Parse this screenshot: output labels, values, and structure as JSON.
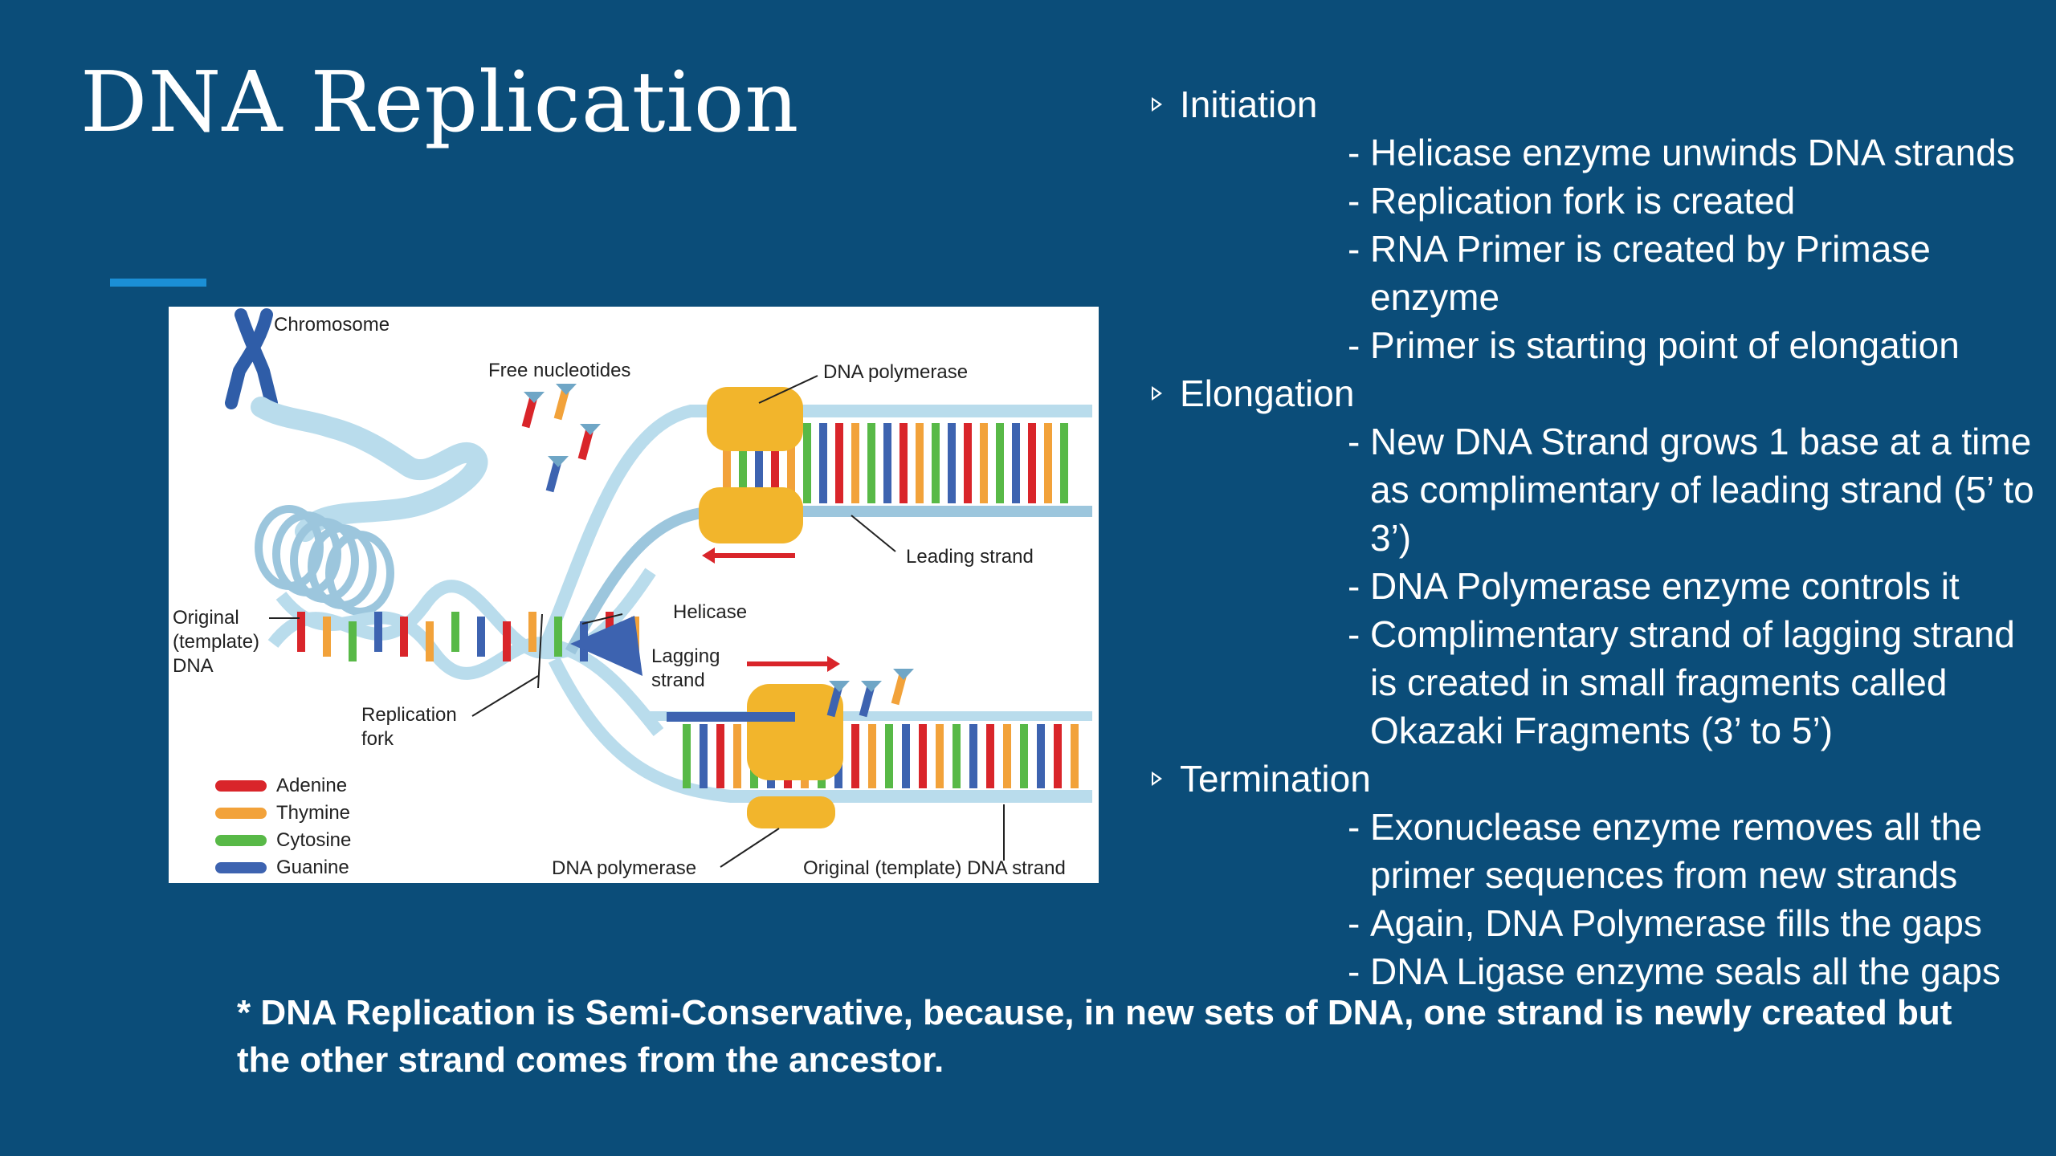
{
  "slide": {
    "title": "DNA Replication",
    "colors": {
      "background": "#0b4d79",
      "accent": "#1b8fd6",
      "text": "#ffffff"
    }
  },
  "figure": {
    "labels": {
      "chromosome": "Chromosome",
      "free_nucleotides": "Free nucleotides",
      "dna_polymerase_top": "DNA polymerase",
      "leading_strand": "Leading strand",
      "helicase": "Helicase",
      "lagging_strand": "Lagging\nstrand",
      "original_template_dna": "Original\n(template)\nDNA",
      "replication_fork": "Replication\nfork",
      "dna_polymerase_bottom": "DNA polymerase",
      "original_template_strand": "Original (template) DNA strand"
    },
    "legend": [
      {
        "label": "Adenine",
        "color": "#d9252a"
      },
      {
        "label": "Thymine",
        "color": "#f2a23a"
      },
      {
        "label": "Cytosine",
        "color": "#58b947"
      },
      {
        "label": "Guanine",
        "color": "#3d63b0"
      }
    ]
  },
  "outline": [
    {
      "heading": "Initiation",
      "items": [
        "Helicase enzyme unwinds DNA strands",
        "Replication fork is created",
        "RNA Primer is created by Primase enzyme",
        "Primer is starting point of elongation"
      ]
    },
    {
      "heading": "Elongation",
      "items": [
        "New DNA Strand grows 1 base at a time as complimentary of leading strand (5’ to 3’)",
        "DNA Polymerase enzyme controls it",
        "Complimentary strand of lagging strand is created in small fragments called Okazaki Fragments (3’ to 5’)"
      ]
    },
    {
      "heading": "Termination",
      "items": [
        "Exonuclease enzyme removes all the primer sequences from new strands",
        "Again, DNA Polymerase fills the gaps",
        "DNA Ligase enzyme seals all the gaps"
      ]
    }
  ],
  "footnote": "* DNA Replication is Semi-Conservative, because, in new sets of DNA, one strand is newly created but the other strand comes from the ancestor."
}
